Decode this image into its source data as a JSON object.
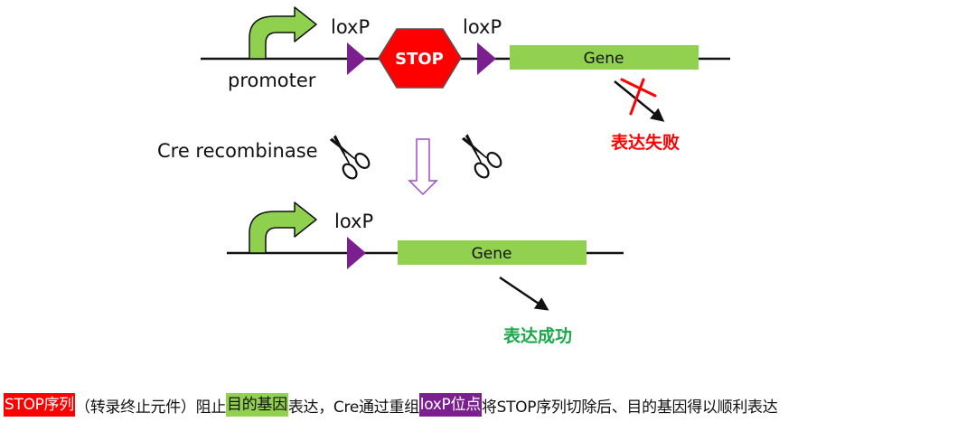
{
  "top_construct": {
    "promoter_label": "promoter",
    "loxp_left_label": "loxP",
    "loxp_right_label": "loxP",
    "stop_label": "STOP",
    "gene_label": "Gene",
    "result_label": "表达失败"
  },
  "enzyme": {
    "label": "Cre recombinase"
  },
  "bottom_construct": {
    "loxp_label": "loxP",
    "gene_label": "Gene",
    "result_label": "表达成功"
  },
  "caption": {
    "stop_seq": "STOP序列",
    "text1": "（转录终止元件）阻止",
    "target_gene": "目的基因",
    "text2": "表达，Cre通过重组",
    "loxp_site": "loxP位点",
    "text3": "将STOP序列切除后、目的基因得以顺利表达"
  },
  "colors": {
    "promoter_arrow": "#8fd14f",
    "loxp": "#7b1f8f",
    "stop": "#ff0000",
    "gene": "#92d050",
    "fail": "#ff0000",
    "success": "#1aa84a",
    "down_arrow": "#a04cc0"
  }
}
